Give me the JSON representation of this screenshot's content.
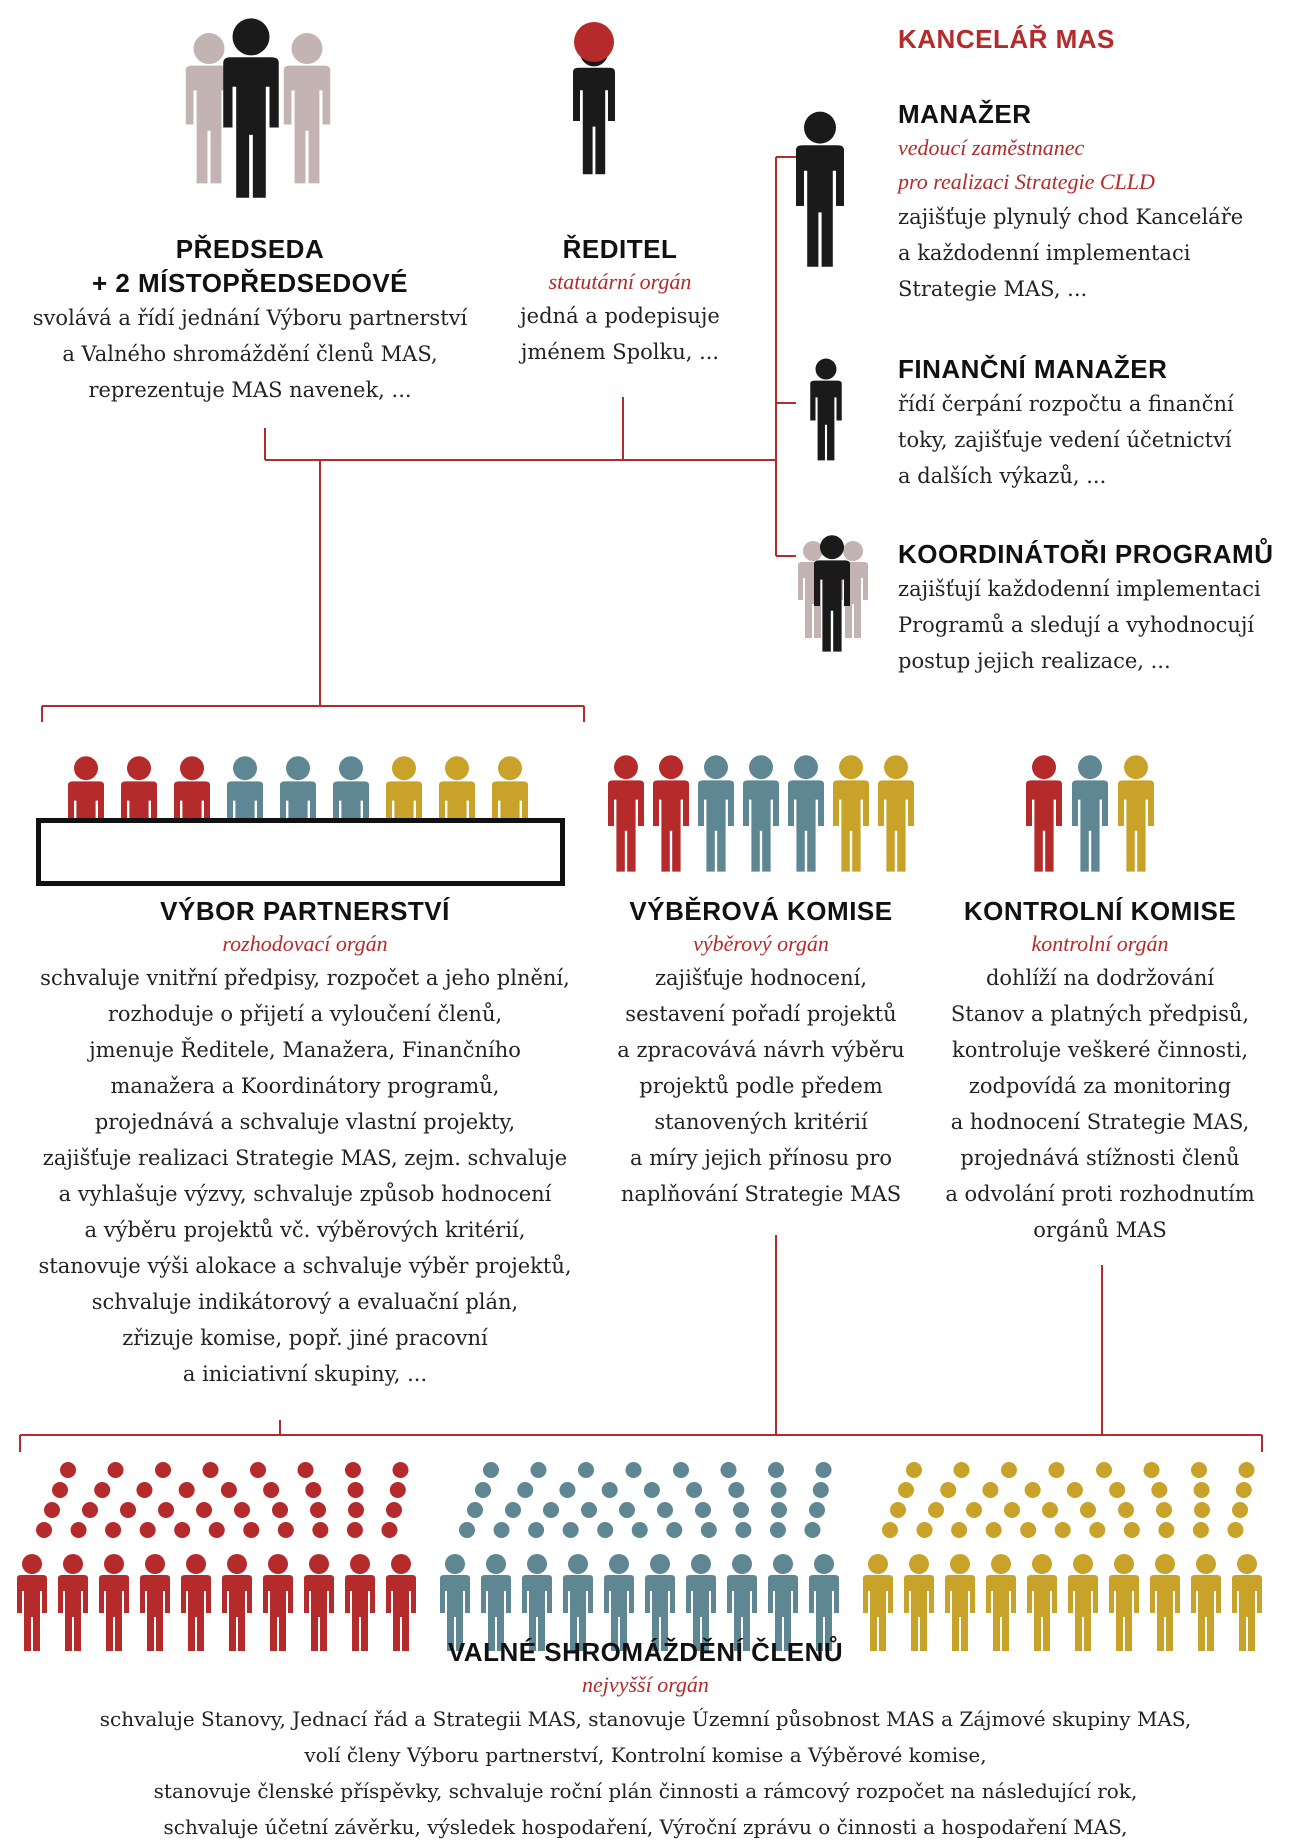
{
  "colors": {
    "red": "#b52a2a",
    "teal": "#5e8793",
    "gold": "#c9a22a",
    "black": "#1a1a1a",
    "grey": "#c4b3b3",
    "line": "#b52a2a"
  },
  "office": {
    "title": "KANCELÁŘ MAS"
  },
  "chairman": {
    "title_1": "PŘEDSEDA",
    "title_2": "+ 2 MÍSTOPŘEDSEDOVÉ",
    "lines": [
      "svolává a řídí jednání Výboru partnerství",
      "a Valného shromáždění členů MAS,",
      "reprezentuje MAS navenek, ..."
    ]
  },
  "director": {
    "title": "ŘEDITEL",
    "subtitle": "statutární orgán",
    "lines": [
      "jedná a podepisuje",
      "jménem Spolku, ..."
    ]
  },
  "manager": {
    "title": "MANAŽER",
    "subtitle_1": "vedoucí zaměstnanec",
    "subtitle_2": "pro realizaci Strategie CLLD",
    "lines": [
      "zajišťuje plynulý chod Kanceláře",
      "a každodenní implementaci",
      "Strategie MAS, ..."
    ]
  },
  "finance": {
    "title": "FINANČNÍ MANAŽER",
    "lines": [
      "řídí čerpání rozpočtu a finanční",
      "toky, zajišťuje vedení účetnictví",
      "a dalších výkazů, ..."
    ]
  },
  "coordinators": {
    "title": "KOORDINÁTOŘI PROGRAMŮ",
    "lines": [
      "zajišťují každodenní implementaci",
      "Programů a sledují a vyhodnocují",
      "postup jejich realizace, ..."
    ]
  },
  "committee": {
    "title": "VÝBOR PARTNERSTVÍ",
    "subtitle": "rozhodovací orgán",
    "lines": [
      "schvaluje vnitřní předpisy, rozpočet a jeho plnění,",
      "rozhoduje o přijetí a vyloučení členů,",
      "jmenuje Ředitele, Manažera, Finančního",
      "manažera a Koordinátory programů,",
      "projednává a schvaluje vlastní projekty,",
      "zajišťuje realizaci Strategie MAS, zejm. schvaluje",
      "a vyhlašuje výzvy, schvaluje způsob hodnocení",
      "a výběru projektů vč. výběrových kritérií,",
      "stanovuje výši alokace a schvaluje výběr projektů,",
      "schvaluje indikátorový a evaluační plán,",
      "zřizuje komise, popř. jiné pracovní",
      "a iniciativní skupiny, ..."
    ]
  },
  "selection": {
    "title": "VÝBĚROVÁ KOMISE",
    "subtitle": "výběrový orgán",
    "lines": [
      "zajišťuje hodnocení,",
      "sestavení pořadí projektů",
      "a zpracovává návrh výběru",
      "projektů podle předem",
      "stanovených kritérií",
      "a míry jejich přínosu pro",
      "naplňování Strategie MAS"
    ]
  },
  "control": {
    "title": "KONTROLNÍ KOMISE",
    "subtitle": "kontrolní orgán",
    "lines": [
      "dohlíží na dodržování",
      "Stanov a platných předpisů,",
      "kontroluje veškeré činnosti,",
      "zodpovídá za monitoring",
      "a hodnocení Strategie MAS,",
      "projednává stížnosti členů",
      "a odvolání proti rozhodnutím",
      "orgánů MAS"
    ]
  },
  "assembly": {
    "title": "VALNÉ SHROMÁŽDĚNÍ ČLENŮ",
    "subtitle": "nejvyšší orgán",
    "lines": [
      "schvaluje Stanovy, Jednací řád a Strategii MAS, stanovuje Územní působnost MAS a Zájmové skupiny MAS,",
      "volí členy Výboru partnerství, Kontrolní komise a Výběrové komise,",
      "stanovuje členské příspěvky, schvaluje roční plán činnosti a rámcový rozpočet na následující rok,",
      "schvaluje účetní závěrku, výsledek hospodaření, Výroční zprávu o činnosti a hospodaření MAS,"
    ]
  }
}
